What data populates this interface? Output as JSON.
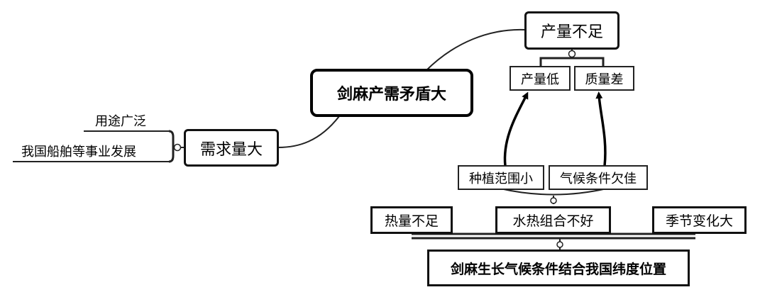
{
  "central": "剑麻产需矛盾大",
  "demand": {
    "label": "需求量大",
    "reasons": [
      "用途广泛",
      "我国船舶等事业发展"
    ]
  },
  "supply": {
    "label": "产量不足",
    "aspects": [
      "产量低",
      "质量差"
    ]
  },
  "factors": [
    "种植范围小",
    "气候条件欠佳"
  ],
  "climate_issues": [
    "热量不足",
    "水热组合不好",
    "季节变化大"
  ],
  "root": "剑麻生长气候条件结合我国纬度位置"
}
